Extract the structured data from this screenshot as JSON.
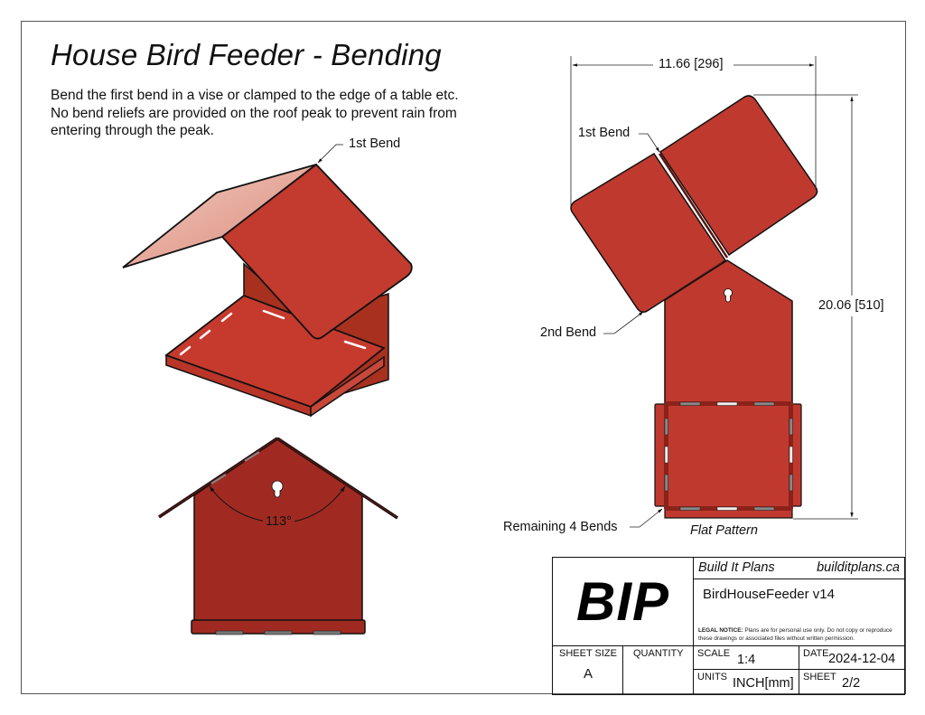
{
  "page": {
    "title": "House Bird Feeder - Bending",
    "description": "Bend the first bend in a vise or clamped to the edge of a table etc. No bend reliefs are provided on the roof peak to prevent rain from entering through the peak."
  },
  "colors": {
    "sheet_metal_red": "#c0392f",
    "sheet_metal_dark_red": "#9c2a22",
    "roof_underside": "#e9b3a6",
    "outline": "#111111",
    "slot_gray": "#7a7a7a"
  },
  "iso_view": {
    "callout_first_bend": "1st Bend"
  },
  "front_view": {
    "angle_label": "113°"
  },
  "flat_pattern": {
    "caption": "Flat Pattern",
    "width_dimension": "11.66 [296]",
    "height_dimension": "20.06 [510]",
    "callouts": {
      "first_bend": "1st Bend",
      "second_bend": "2nd Bend",
      "remaining_bends": "Remaining 4 Bends"
    }
  },
  "title_block": {
    "logo": "BIP",
    "company": "Build It Plans",
    "website": "builditplans.ca",
    "drawing_name": "BirdHouseFeeder v14",
    "legal_notice_label": "LEGAL NOTICE:",
    "legal_notice_text": " Plans are for personal use only. Do not copy or reproduce these drawings or associated files without written permission.",
    "sheet_size_label": "SHEET SIZE",
    "sheet_size_value": "A",
    "quantity_label": "QUANTITY",
    "quantity_value": "",
    "scale_label": "SCALE",
    "scale_value": "1:4",
    "date_label": "DATE",
    "date_value": "2024-12-04",
    "units_label": "UNITS",
    "units_value": "INCH[mm]",
    "sheet_label": "SHEET",
    "sheet_value": "2/2"
  }
}
